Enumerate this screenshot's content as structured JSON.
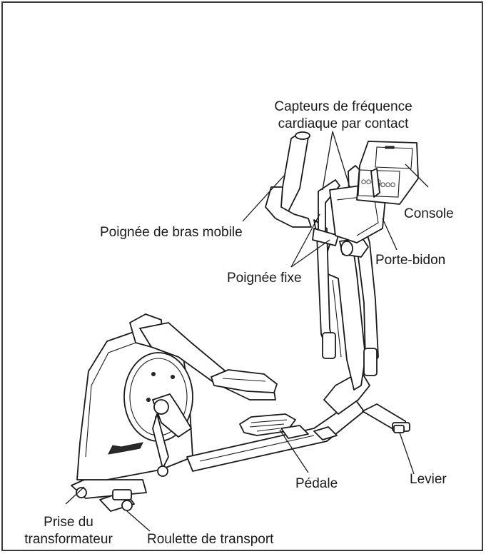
{
  "labels": {
    "heart_rate_sensors_line1": "Capteurs de fréquence",
    "heart_rate_sensors_line2": "cardiaque par contact",
    "console": "Console",
    "moving_arm_handle": "Poignée de bras mobile",
    "bottle_holder": "Porte-bidon",
    "fixed_handle": "Poignée fixe",
    "pedal": "Pédale",
    "lever": "Levier",
    "transformer_socket_line1": "Prise du",
    "transformer_socket_line2": "transformateur",
    "transport_wheel": "Roulette de transport"
  },
  "console_keys": [
    "OOOO",
    "OOOO"
  ],
  "colors": {
    "line": "#1a1a1a",
    "frame": "#3a3a3a",
    "background": "#ffffff"
  }
}
